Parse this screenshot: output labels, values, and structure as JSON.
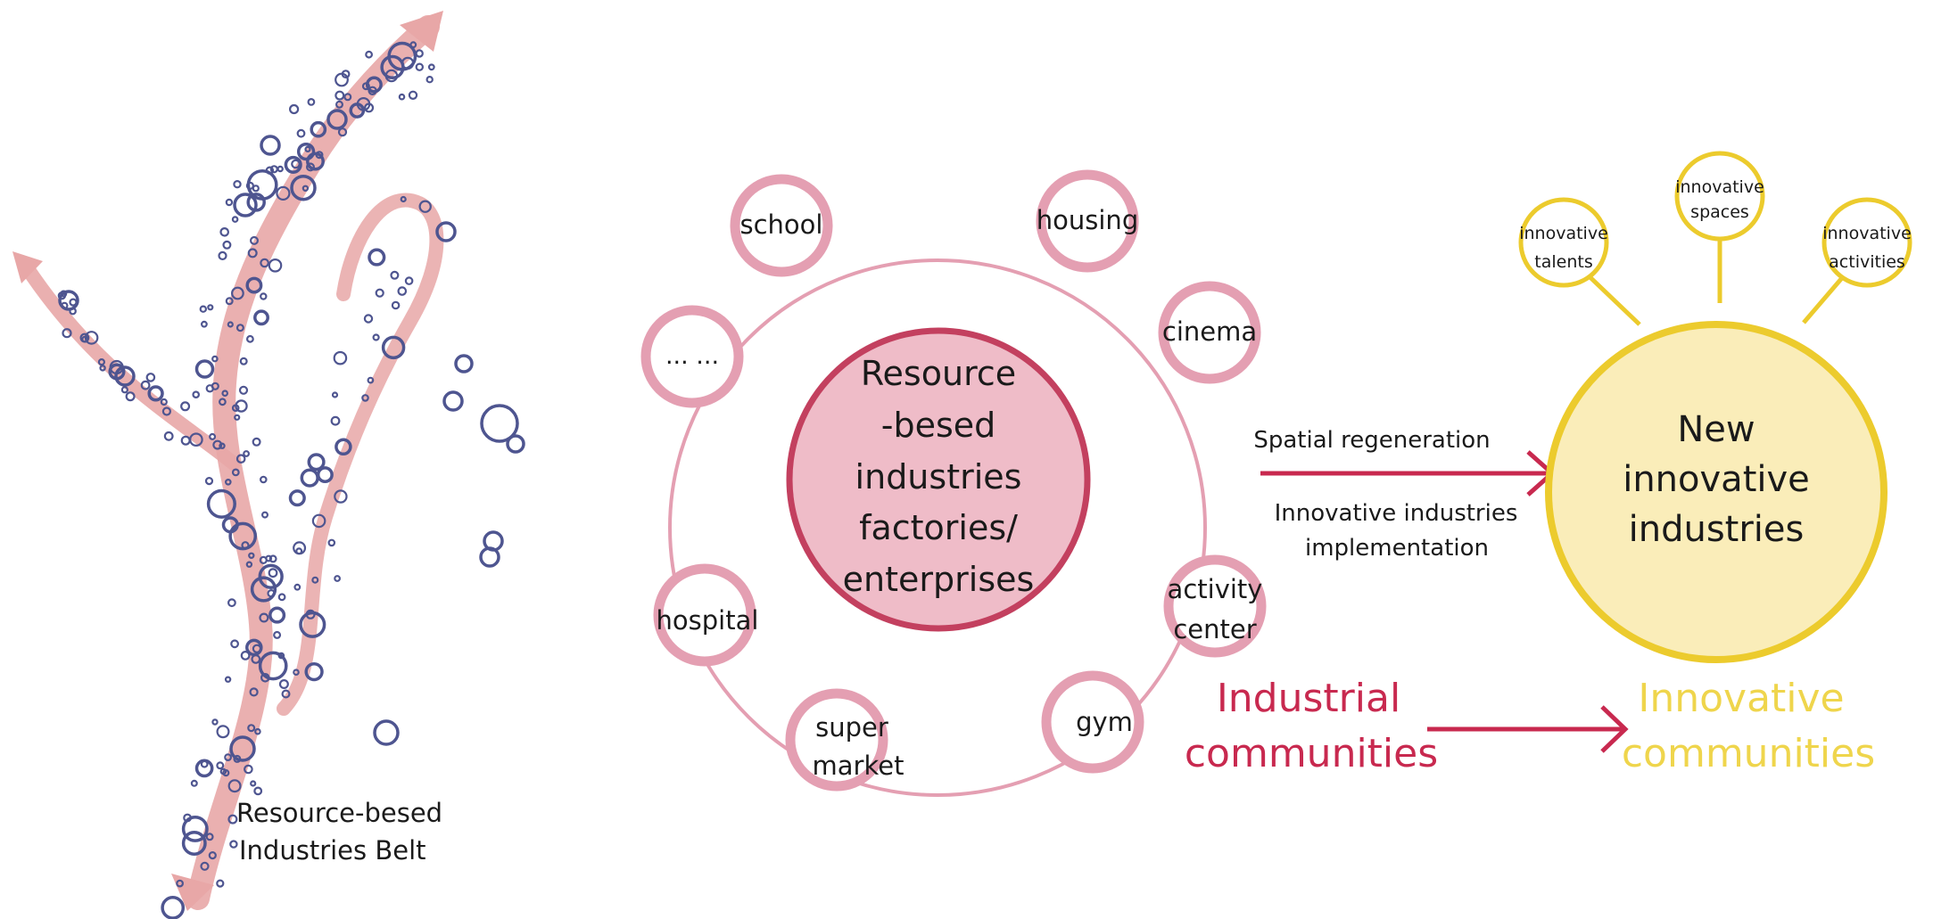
{
  "belt": {
    "label_line1": "Resource-besed",
    "label_line2": "Industries Belt",
    "colors": {
      "band": "#e8a7a7",
      "dots": "#4e5590"
    }
  },
  "community": {
    "center_lines": [
      "Resource",
      "-besed",
      "industries",
      "factories/",
      "enterprises"
    ],
    "facilities": {
      "school": "school",
      "housing": "housing",
      "cinema": "cinema",
      "activity_center_line1": "activity",
      "activity_center_line2": "center",
      "gym": "gym",
      "supermarket_line1": "super",
      "supermarket_line2": "market",
      "hospital": "hospital",
      "more": "... ..."
    },
    "caption_line1": "Industrial",
    "caption_line2": "communities",
    "colors": {
      "center_fill": "#efbcc8",
      "center_stroke": "#c3405f",
      "ring": "#e49fb2",
      "caption": "#c8294f"
    }
  },
  "transition": {
    "label_top": "Spatial regeneration",
    "label_bottom_line1": "Innovative industries",
    "label_bottom_line2": "implementation",
    "arrow_color": "#c8294f"
  },
  "innovation": {
    "center_lines": [
      "New",
      "innovative",
      "industries"
    ],
    "satellites": {
      "talents_line1": "innovative",
      "talents_line2": "talents",
      "spaces_line1": "innovative",
      "spaces_line2": "spaces",
      "activities_line1": "innovative",
      "activities_line2": "activities"
    },
    "caption_line1": "Innovative",
    "caption_line2": "communities",
    "colors": {
      "center_fill": "#faedb9",
      "stroke": "#eccb2d",
      "caption": "#efd54c"
    }
  }
}
